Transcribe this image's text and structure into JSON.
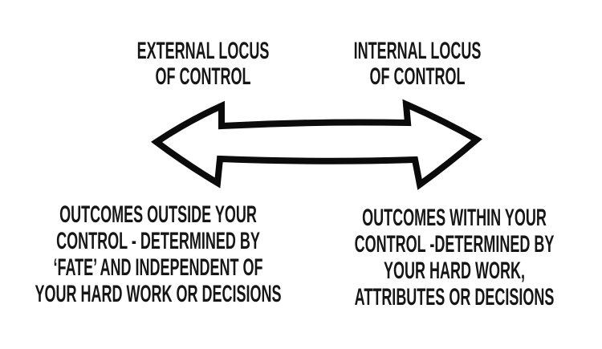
{
  "diagram": {
    "left_heading": "EXTERNAL LOCUS\nOF CONTROL",
    "right_heading": "INTERNAL LOCUS\nOF CONTROL",
    "left_description": "OUTCOMES OUTSIDE YOUR\nCONTROL - DETERMINED BY\n‘FATE’ AND INDEPENDENT OF\nYOUR HARD WORK OR DECISIONS",
    "right_description": "OUTCOMES WITHIN YOUR\nCONTROL -DETERMINED BY\nYOUR HARD WORK,\nATTRIBUTES OR DECISIONS",
    "arrow_icon": "double-headed-horizontal-arrow",
    "colors": {
      "ink": "#161616",
      "arrow_stroke": "#0b0b0b",
      "arrow_fill": "#ffffff",
      "background": "#ffffff"
    }
  }
}
